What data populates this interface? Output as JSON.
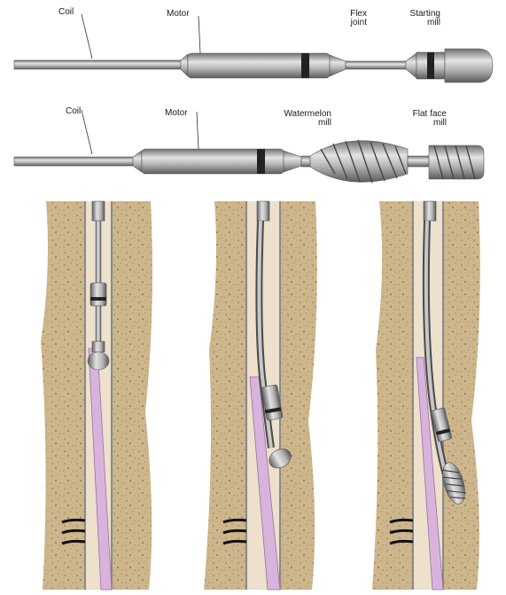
{
  "top_tool": {
    "coil": "Coil",
    "motor": "Motor",
    "flex_joint": "Flex\njoint",
    "starting_mill": "Starting\nmill"
  },
  "bottom_tool": {
    "coil": "Coil",
    "motor": "Motor",
    "watermelon_mill": "Watermelon\nmill",
    "flat_face_mill": "Flat face\nmill"
  },
  "colors": {
    "formation": "#cdb58c",
    "cement": "#ede0cc",
    "casing_wall": "#8a8a8a",
    "whipstock": "#d8b4dc",
    "steel": "#9a9a9a",
    "perforation": "#111111"
  }
}
